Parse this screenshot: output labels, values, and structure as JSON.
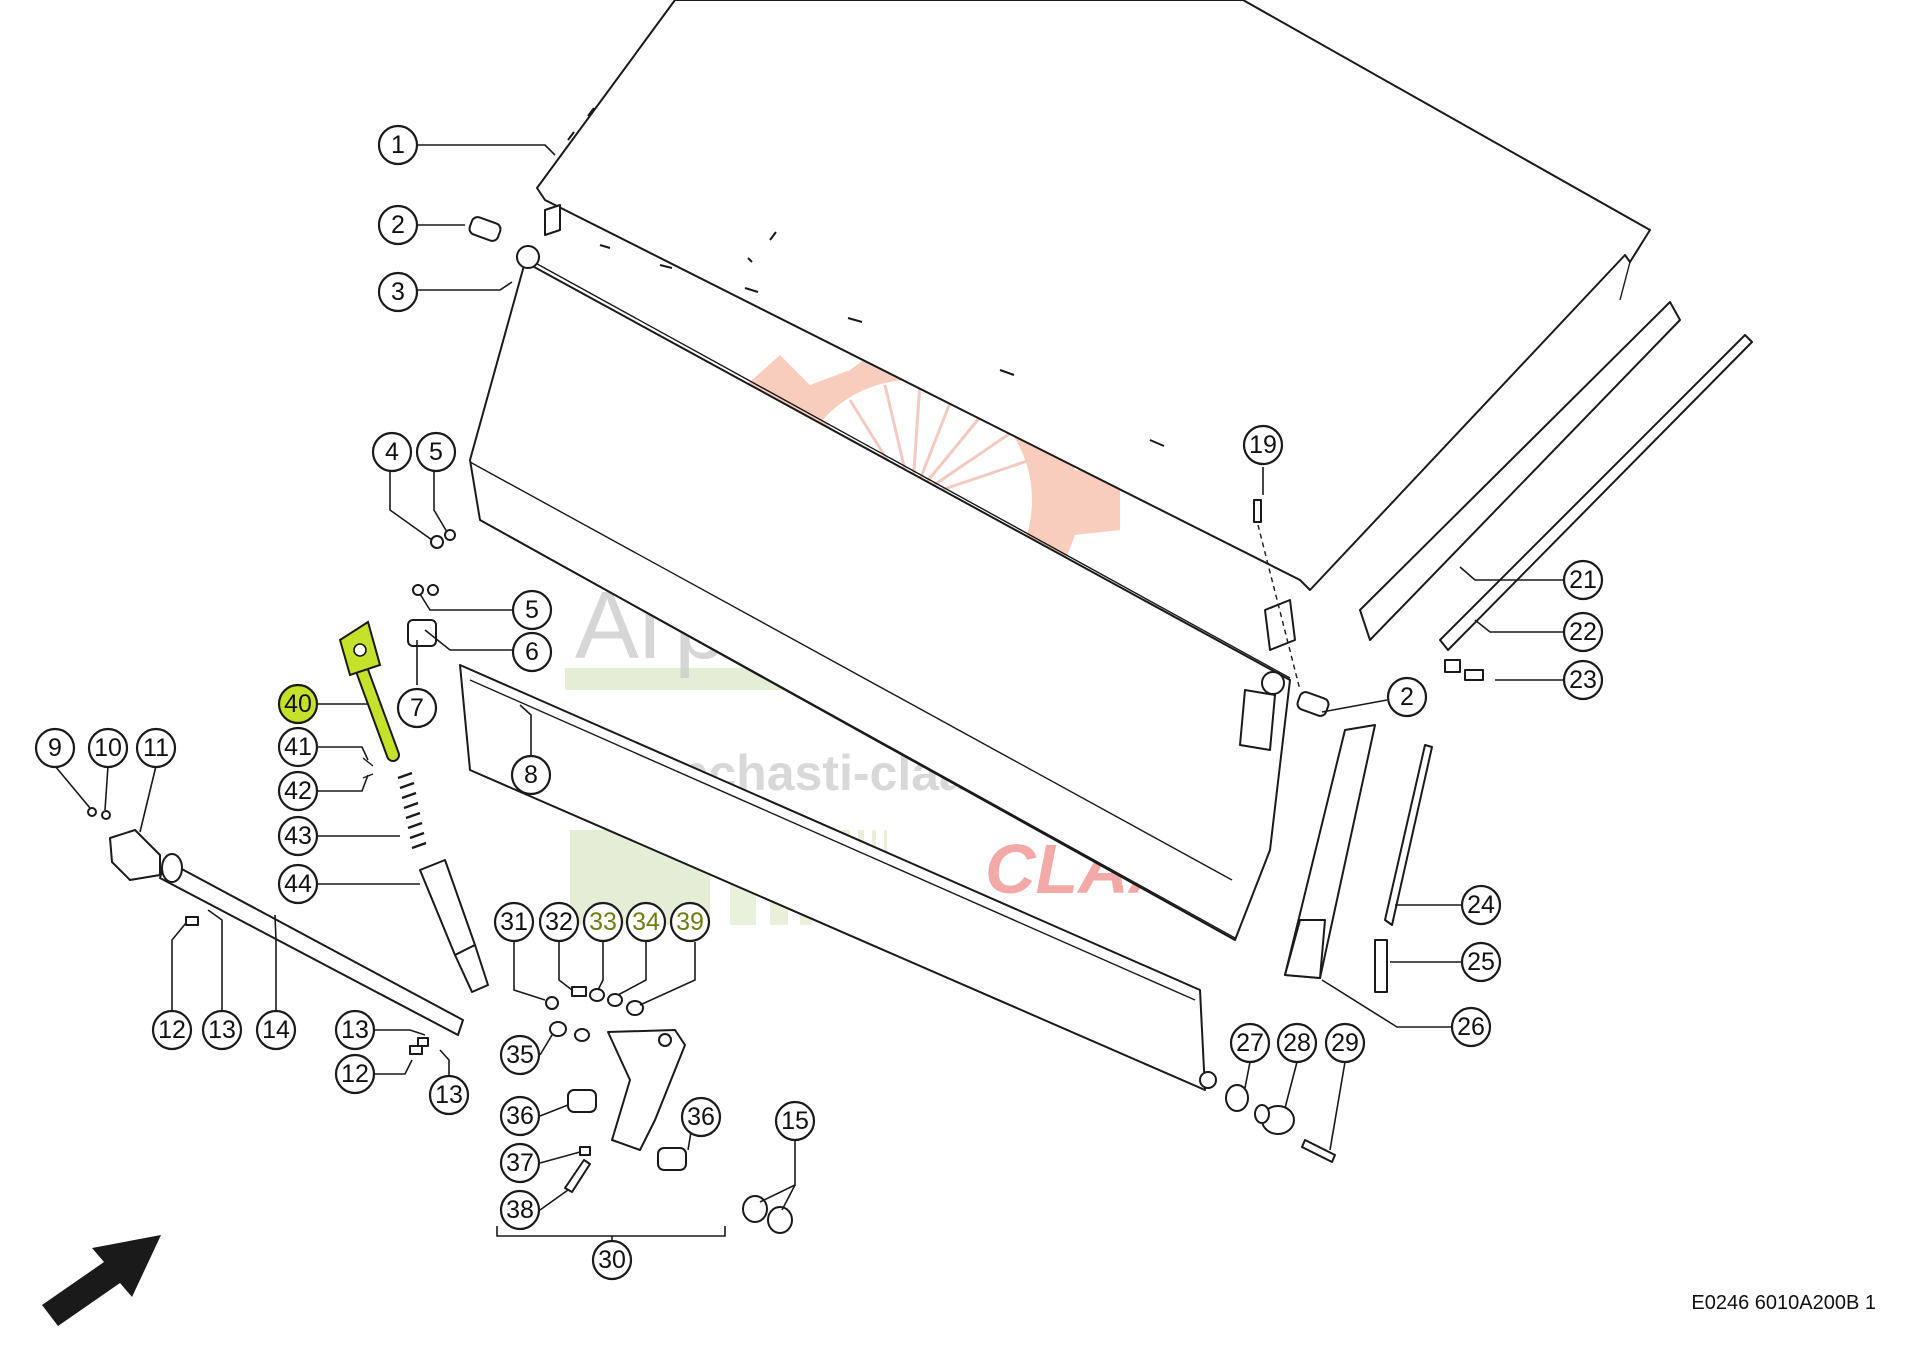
{
  "watermark": {
    "company": "Агроимпорт",
    "site": "zapchasti-claas.ru",
    "brand": "CLAAS"
  },
  "drawing_code": "E0246 6010A200B 1",
  "highlight_color": "#c6e12a",
  "accent_text_color": "#6f7d12",
  "callouts": [
    {
      "n": "1"
    },
    {
      "n": "2"
    },
    {
      "n": "3"
    },
    {
      "n": "4"
    },
    {
      "n": "5"
    },
    {
      "n": "5"
    },
    {
      "n": "6"
    },
    {
      "n": "7"
    },
    {
      "n": "8"
    },
    {
      "n": "19"
    },
    {
      "n": "21"
    },
    {
      "n": "22"
    },
    {
      "n": "23"
    },
    {
      "n": "2"
    },
    {
      "n": "24"
    },
    {
      "n": "25"
    },
    {
      "n": "26"
    },
    {
      "n": "40"
    },
    {
      "n": "41"
    },
    {
      "n": "42"
    },
    {
      "n": "43"
    },
    {
      "n": "44"
    },
    {
      "n": "9"
    },
    {
      "n": "10"
    },
    {
      "n": "11"
    },
    {
      "n": "12"
    },
    {
      "n": "13"
    },
    {
      "n": "14"
    },
    {
      "n": "13"
    },
    {
      "n": "12"
    },
    {
      "n": "13"
    },
    {
      "n": "31"
    },
    {
      "n": "32"
    },
    {
      "n": "33"
    },
    {
      "n": "34"
    },
    {
      "n": "39"
    },
    {
      "n": "35"
    },
    {
      "n": "36"
    },
    {
      "n": "36"
    },
    {
      "n": "37"
    },
    {
      "n": "38"
    },
    {
      "n": "30"
    },
    {
      "n": "15"
    },
    {
      "n": "27"
    },
    {
      "n": "28"
    },
    {
      "n": "29"
    }
  ]
}
